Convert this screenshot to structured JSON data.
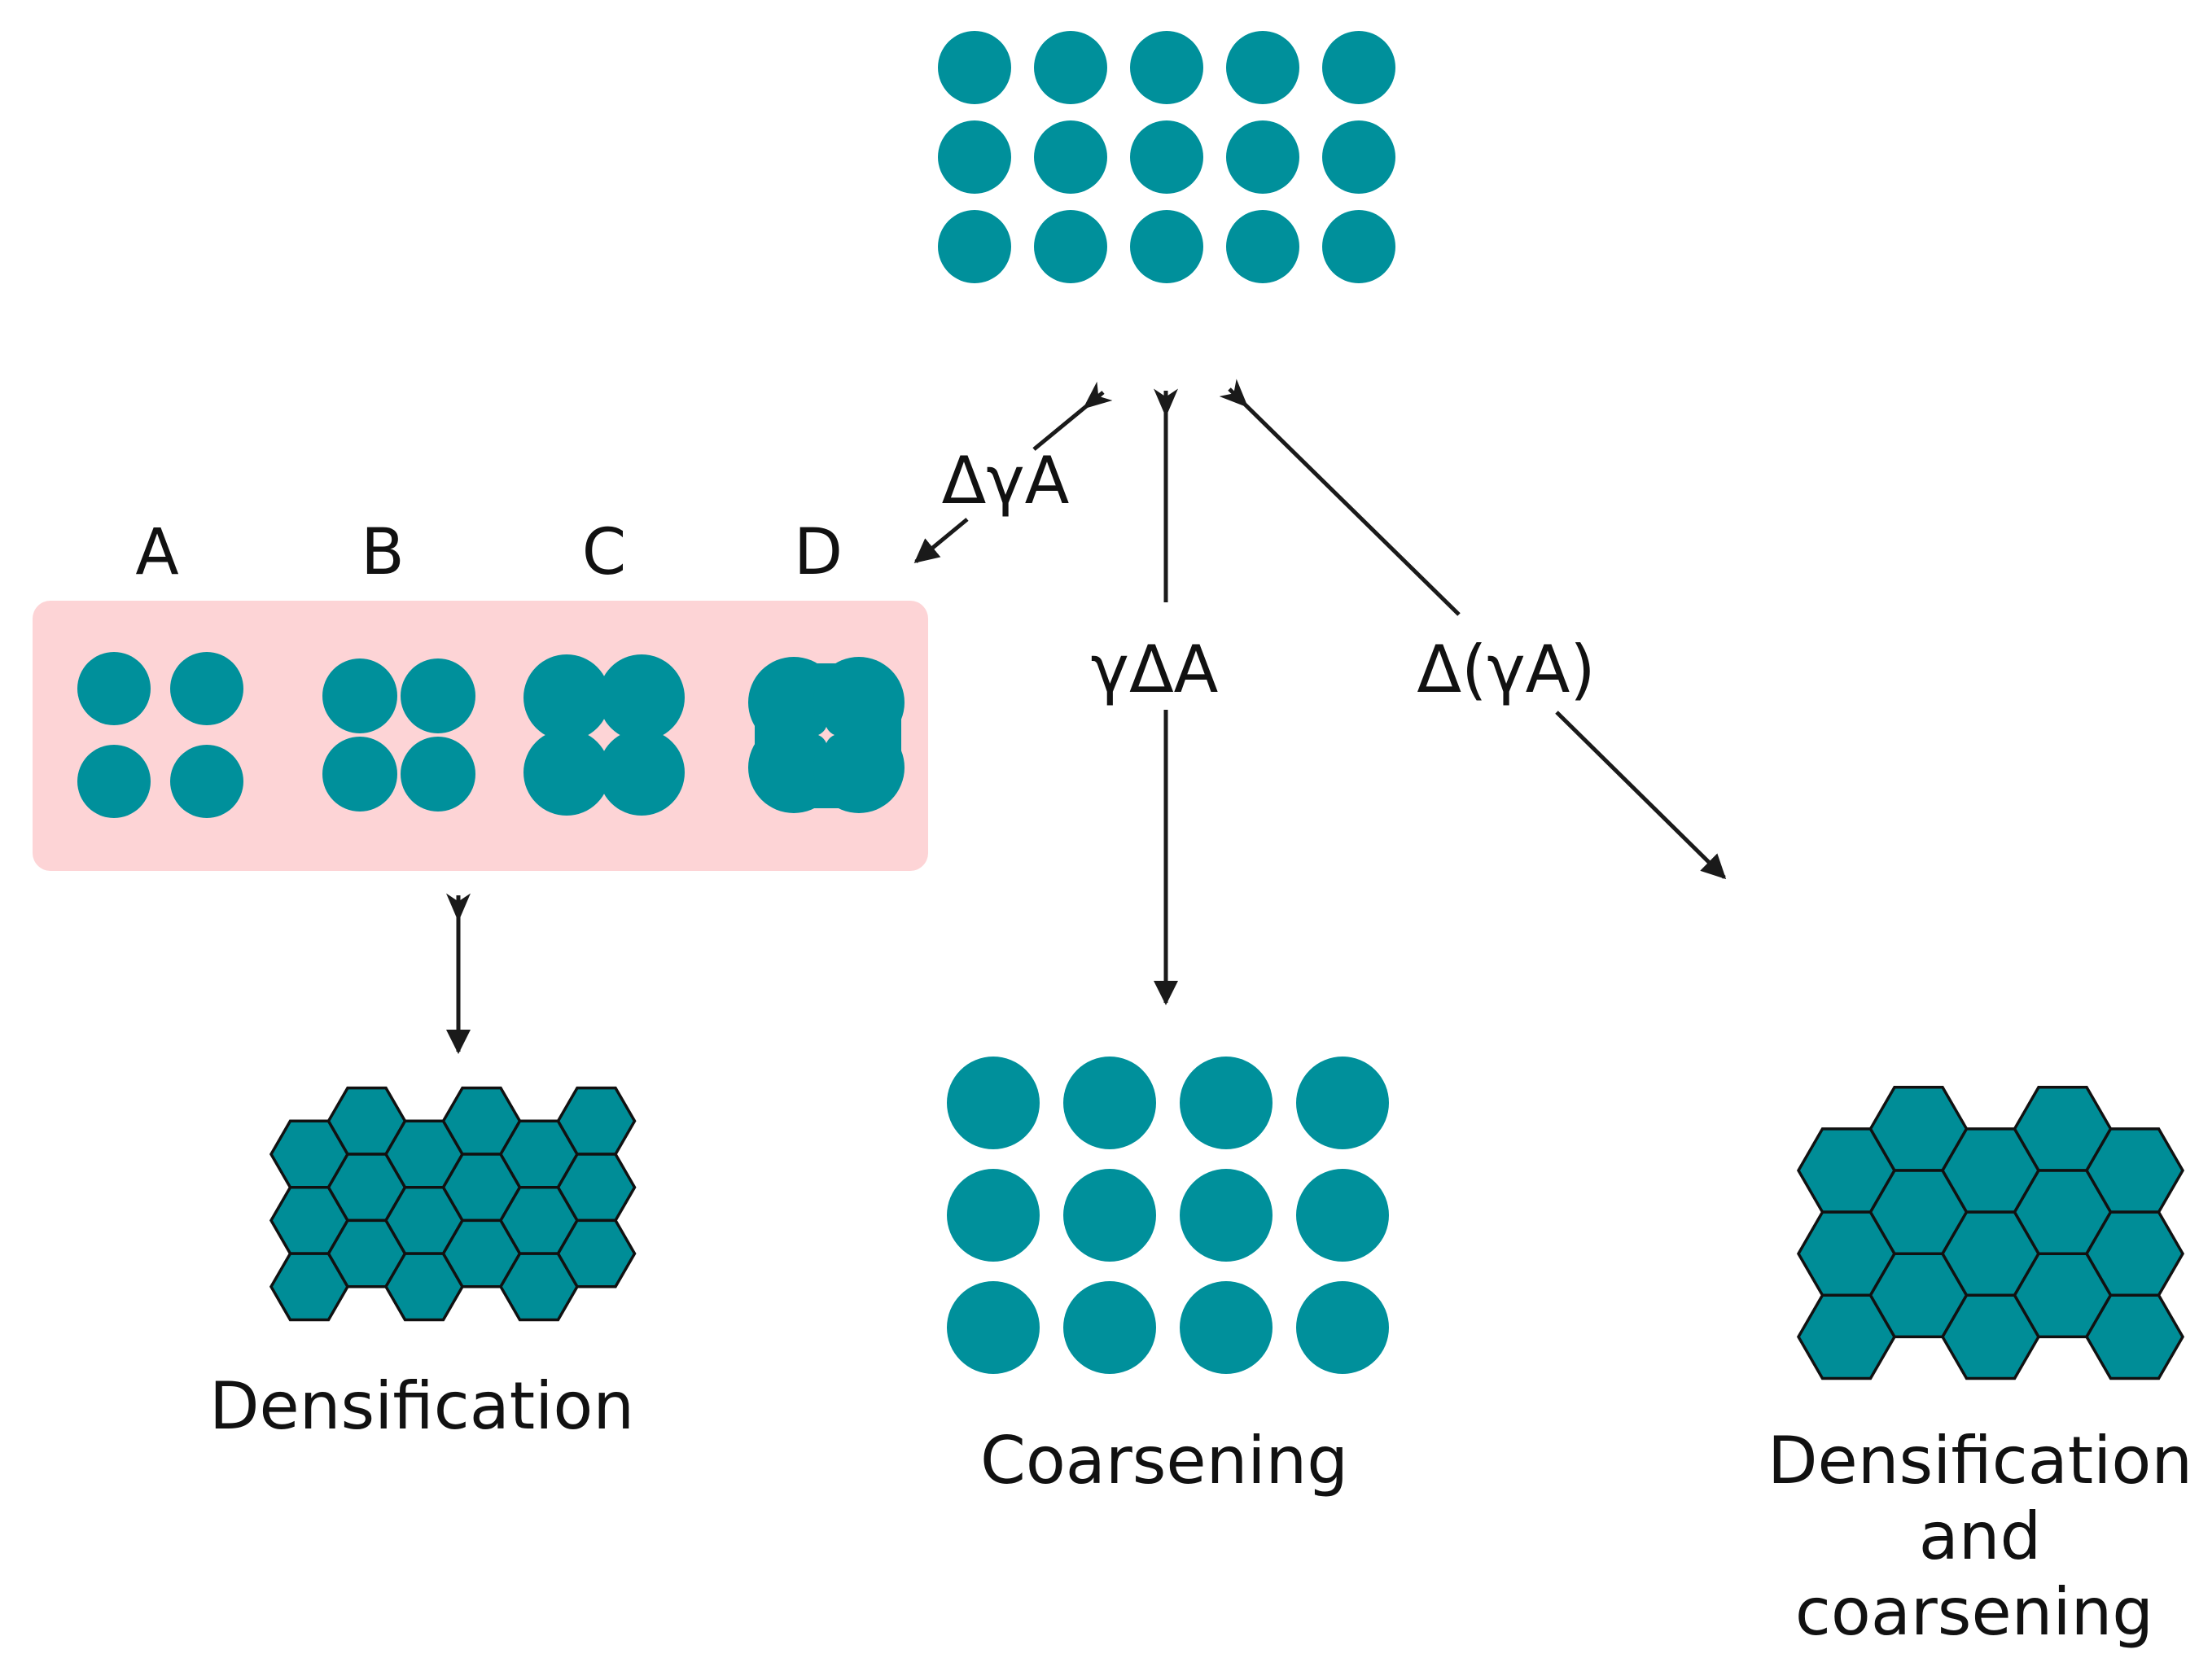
{
  "colors": {
    "particle": "#00909b",
    "hex_fill": "#008d97",
    "hex_stroke": "#111111",
    "panel": "#fdd4d6",
    "arrow": "#1a1a1a",
    "text": "#111111"
  },
  "stages": {
    "a": "A",
    "b": "B",
    "c": "C",
    "d": "D"
  },
  "formulas": {
    "left": "ΔγA",
    "middle": "γΔA",
    "right": "Δ(γA)"
  },
  "outcomes": {
    "densification": "Densification",
    "coarsening": "Coarsening",
    "both_line1": "Densification",
    "both_line2": "and",
    "both_line3": "coarsening"
  }
}
